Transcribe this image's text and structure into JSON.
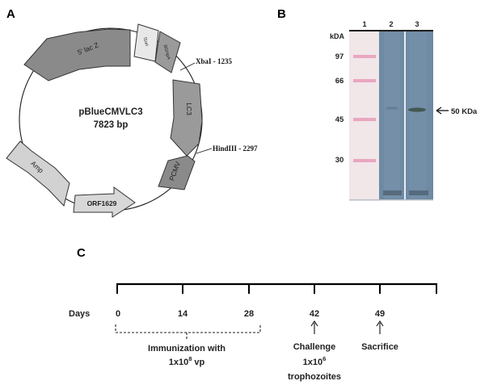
{
  "panel_a": {
    "letter": "A",
    "plasmid_name": "pBlueCMVLC3",
    "plasmid_size": "7823 bp",
    "features": {
      "lacz": "5' lac Z",
      "f1ori": "f1ori",
      "bghpa": "BGHpA",
      "lc3": "LC3",
      "pcmv": "PCMV",
      "orf": "ORF1629",
      "amp": "Amp"
    },
    "sites": {
      "xbai": "XbaI - 1235",
      "hindiii": "HindIII - 2297"
    },
    "colors": {
      "dark_segment": "#8a8a8a",
      "light_segment": "#d2d2d2",
      "f1ori_segment": "#e8e8e8"
    }
  },
  "panel_b": {
    "letter": "B",
    "kda_header": "kDA",
    "lanes": [
      "1",
      "2",
      "3"
    ],
    "markers": [
      "97",
      "66",
      "45",
      "30"
    ],
    "band_label": "50 KDa",
    "colors": {
      "membrane": "#6f8aa3",
      "marker_lane": "#f1e6e8",
      "marker_band": "#e89ab8"
    }
  },
  "panel_c": {
    "letter": "C",
    "days_label": "Days",
    "ticks": [
      "0",
      "14",
      "28",
      "42",
      "49"
    ],
    "immunization_label": "Immunization with",
    "immunization_dose_base": "1x10",
    "immunization_dose_exp": "8",
    "immunization_dose_unit": " vp",
    "challenge_label": "Challenge",
    "challenge_dose_base": "1x10",
    "challenge_dose_exp": "6",
    "challenge_unit": "trophozoites",
    "sacrifice_label": "Sacrifice"
  }
}
